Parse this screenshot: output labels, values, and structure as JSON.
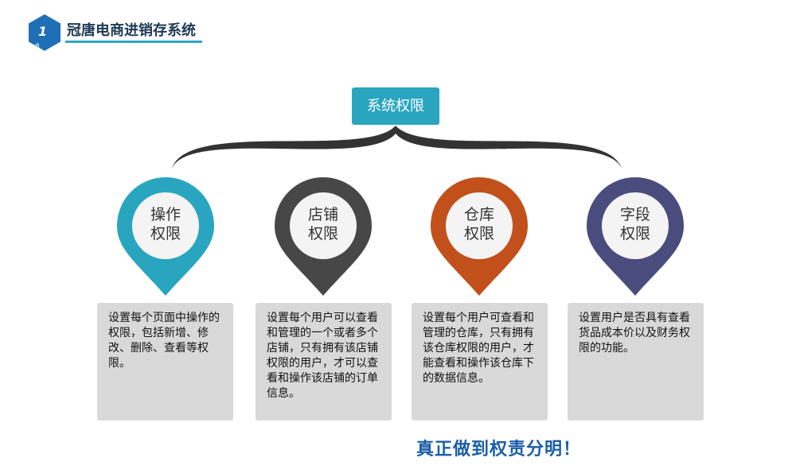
{
  "header": {
    "number": "1",
    "sub": "8",
    "title": "冠唐电商进销存系统"
  },
  "root": {
    "label": "系统权限"
  },
  "nodes": [
    {
      "line1": "操作",
      "line2": "权限",
      "color": "#2aa5c0",
      "desc": "设置每个页面中操作的权限，包括新增、修改、删除、查看等权限。"
    },
    {
      "line1": "店铺",
      "line2": "权限",
      "color": "#474747",
      "desc": "设置每个用户可以查看和管理的一个或者多个店铺，只有拥有该店铺权限的用户，才可以查看和操作该店铺的订单信息。"
    },
    {
      "line1": "仓库",
      "line2": "权限",
      "color": "#c1501b",
      "desc": "设置每个用户可查看和管理的仓库，只有拥有该仓库权限的用户，才能查看和操作该仓库下的数据信息。"
    },
    {
      "line1": "字段",
      "line2": "权限",
      "color": "#4a4c7d",
      "desc": "设置用户是否具有查看货品成本价以及财务权限的功能。"
    }
  ],
  "slogan": "真正做到权责分明！",
  "colors": {
    "header_hex": "#1e6fb5",
    "accent": "#2aa8c4",
    "desc_bg": "#d9d9d9",
    "slogan": "#1a5ea8"
  }
}
